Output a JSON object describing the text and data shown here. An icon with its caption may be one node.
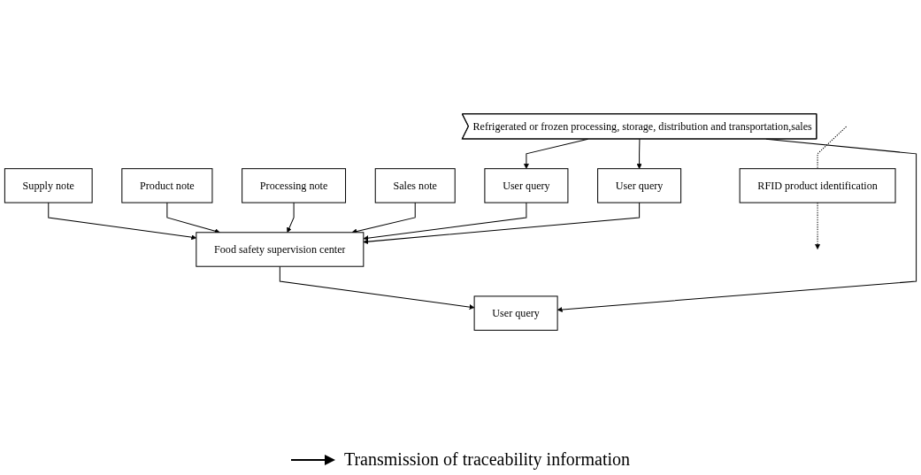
{
  "diagram": {
    "nodes": [
      {
        "text": [
          "RFID product identification"
        ]
      },
      {
        "text": [
          "Refrigerated or frozen processing, storage, distribution and transportation,sales"
        ]
      },
      {
        "text": [
          "Supply note"
        ]
      },
      {
        "text": [
          "Product note"
        ]
      },
      {
        "text": [
          "Processing note"
        ]
      },
      {
        "text": [
          "Sales note"
        ]
      },
      {
        "text": [
          "Food safety supervision center"
        ]
      },
      {
        "text": [
          "User query"
        ]
      },
      {
        "text": [
          "User query"
        ]
      },
      {
        "text": [
          "User query"
        ]
      }
    ],
    "edges": [
      {
        "from": null,
        "to": 0,
        "arrow": "none",
        "style": "dashed"
      },
      {
        "from": 0,
        "to": null,
        "arrow": "to",
        "style": "dashed"
      },
      {
        "from": 2,
        "to": 6,
        "arrow": "to"
      },
      {
        "from": 3,
        "to": 6,
        "arrow": "to"
      },
      {
        "from": 4,
        "to": 6,
        "arrow": "to"
      },
      {
        "from": 5,
        "to": 6,
        "arrow": "to"
      },
      {
        "from": 7,
        "to": 6,
        "arrow": "to"
      },
      {
        "from": 6,
        "to": 8,
        "arrow": "to"
      },
      {
        "from": 9,
        "to": 6,
        "arrow": "to"
      },
      {
        "from": 1,
        "to": 7,
        "arrow": "to"
      },
      {
        "from": 1,
        "to": 8,
        "arrow": "to"
      },
      {
        "from": 1,
        "to": 9,
        "arrow": "to"
      }
    ],
    "legend": [
      {
        "text": "Transmission of traceability information"
      }
    ]
  }
}
